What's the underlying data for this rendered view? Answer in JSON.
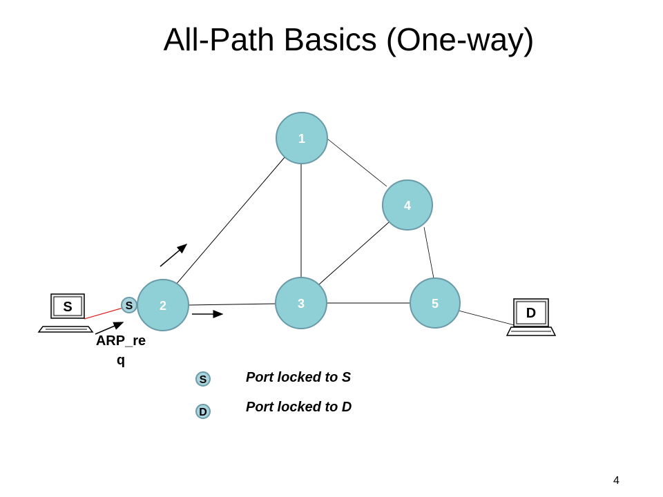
{
  "slide": {
    "title": "All-Path Basics (One-way)",
    "page_number": "4"
  },
  "nodes": [
    {
      "id": "1",
      "label": "1"
    },
    {
      "id": "2",
      "label": "2"
    },
    {
      "id": "3",
      "label": "3"
    },
    {
      "id": "4",
      "label": "4"
    },
    {
      "id": "5",
      "label": "5"
    }
  ],
  "links": [
    {
      "from": "2",
      "to": "1"
    },
    {
      "from": "2",
      "to": "3"
    },
    {
      "from": "1",
      "to": "3"
    },
    {
      "from": "1",
      "to": "4"
    },
    {
      "from": "3",
      "to": "4"
    },
    {
      "from": "3",
      "to": "5"
    },
    {
      "from": "4",
      "to": "5"
    },
    {
      "from": "S",
      "to": "2",
      "highlight": true
    },
    {
      "from": "5",
      "to": "D"
    }
  ],
  "hosts": {
    "source": {
      "label": "S"
    },
    "destination": {
      "label": "D"
    }
  },
  "port_lock": {
    "label": "S"
  },
  "packet": {
    "label": "ARP_re\nq"
  },
  "legend": [
    {
      "symbol": "S",
      "text": "Port locked to S"
    },
    {
      "symbol": "D",
      "text": "Port locked to D"
    }
  ],
  "colors": {
    "node_fill": "#8fcfd6",
    "node_stroke": "#6a9aa8",
    "port_fill": "#a9d3dd",
    "highlight_link": "#e02020",
    "link": "#000000"
  }
}
